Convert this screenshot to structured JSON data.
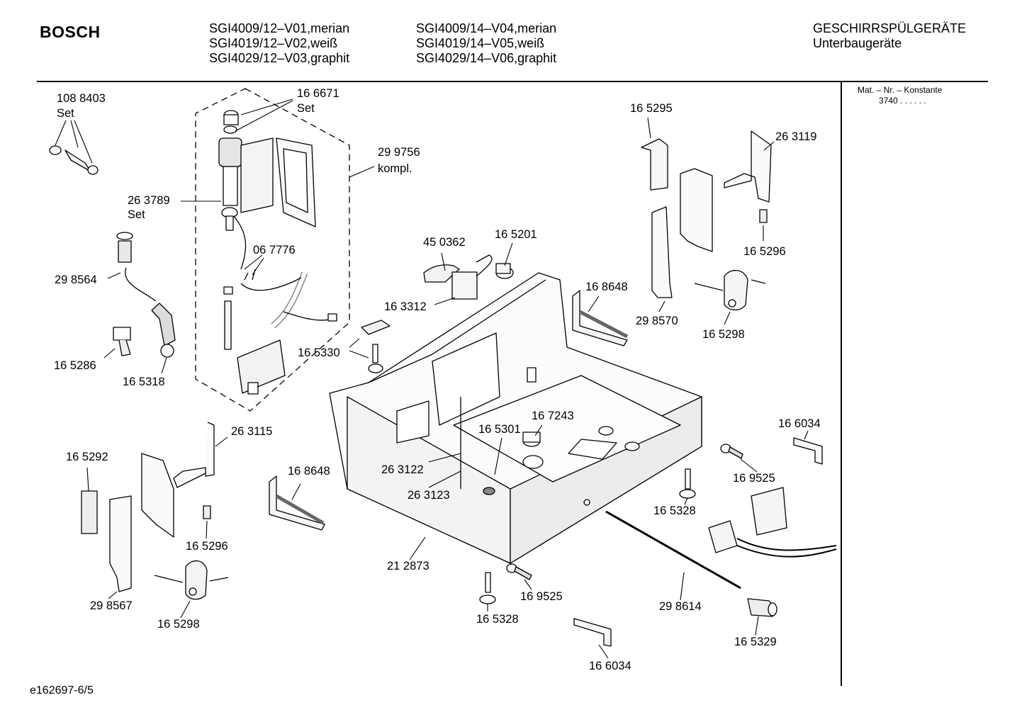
{
  "header": {
    "brand": "BOSCH",
    "models_col1": [
      "SGI4009/12–V01,merian",
      "SGI4019/12–V02,weiß",
      "SGI4029/12–V03,graphit"
    ],
    "models_col2": [
      "SGI4009/14–V04,merian",
      "SGI4019/14–V05,weiß",
      "SGI4029/14–V06,graphit"
    ],
    "category": "GESCHIRRSPÜLGERÄTE",
    "subcategory": "Unterbaugeräte"
  },
  "side_panel": {
    "line1": "Mat. – Nr. – Konstante",
    "line2": "3740  .  .  .  .  .  ."
  },
  "footer": {
    "drawing_id": "e162697-6/5"
  },
  "parts": [
    {
      "id": "p1088403",
      "number": "108 8403",
      "note": "Set"
    },
    {
      "id": "p166671",
      "number": "16 6671",
      "note": "Set"
    },
    {
      "id": "p299756",
      "number": "29 9756",
      "note": "kompl."
    },
    {
      "id": "p263789",
      "number": "26 3789",
      "note": "Set"
    },
    {
      "id": "p067776",
      "number": "06 7776"
    },
    {
      "id": "p298564",
      "number": "29 8564"
    },
    {
      "id": "p165286",
      "number": "16 5286"
    },
    {
      "id": "p165318",
      "number": "16 5318"
    },
    {
      "id": "p450362",
      "number": "45 0362"
    },
    {
      "id": "p165201",
      "number": "16 5201"
    },
    {
      "id": "p163312",
      "number": "16 3312"
    },
    {
      "id": "p165330",
      "number": "16 5330"
    },
    {
      "id": "p168648a",
      "number": "16 8648"
    },
    {
      "id": "p165295",
      "number": "16 5295"
    },
    {
      "id": "p263119",
      "number": "26 3119"
    },
    {
      "id": "p165296a",
      "number": "16 5296"
    },
    {
      "id": "p298570",
      "number": "29 8570"
    },
    {
      "id": "p165298a",
      "number": "16 5298"
    },
    {
      "id": "p263115",
      "number": "26 3115"
    },
    {
      "id": "p165292",
      "number": "16 5292"
    },
    {
      "id": "p168648b",
      "number": "16 8648"
    },
    {
      "id": "p167243",
      "number": "16 7243"
    },
    {
      "id": "p165301",
      "number": "16 5301"
    },
    {
      "id": "p263122",
      "number": "26 3122"
    },
    {
      "id": "p263123",
      "number": "26 3123"
    },
    {
      "id": "p166034a",
      "number": "16 6034"
    },
    {
      "id": "p169525a",
      "number": "16 9525"
    },
    {
      "id": "p165328a",
      "number": "16 5328"
    },
    {
      "id": "p165296b",
      "number": "16 5296"
    },
    {
      "id": "p298567",
      "number": "29 8567"
    },
    {
      "id": "p165298b",
      "number": "16 5298"
    },
    {
      "id": "p212873",
      "number": "21 2873"
    },
    {
      "id": "p169525b",
      "number": "16 9525"
    },
    {
      "id": "p165328b",
      "number": "16 5328"
    },
    {
      "id": "p298614",
      "number": "29 8614"
    },
    {
      "id": "p165329",
      "number": "16 5329"
    },
    {
      "id": "p166034b",
      "number": "16 6034"
    }
  ]
}
